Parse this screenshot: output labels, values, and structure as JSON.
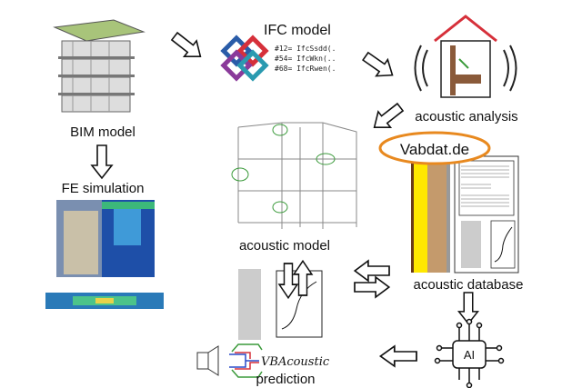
{
  "nodes": {
    "bim": {
      "label": "BIM model"
    },
    "fe": {
      "label": "FE simulation"
    },
    "ifc": {
      "label": "IFC model",
      "code_lines": [
        "#12= IfcSsdd(.",
        "#54= IfcWkn(..",
        "#68= IfcRwen(."
      ]
    },
    "analysis": {
      "label": "acoustic analysis"
    },
    "model": {
      "label": "acoustic model"
    },
    "database": {
      "label": "acoustic database",
      "badge": "Vabdat.de"
    },
    "ai": {
      "label": "AI"
    },
    "prediction": {
      "label": "prediction",
      "logo_text": "VBAcoustic"
    }
  },
  "colors": {
    "accent_orange": "#e8891f",
    "yellow_layer": "#ffe800",
    "brown_layer": "#c49a6c",
    "green_roof": "#a8c47a"
  }
}
